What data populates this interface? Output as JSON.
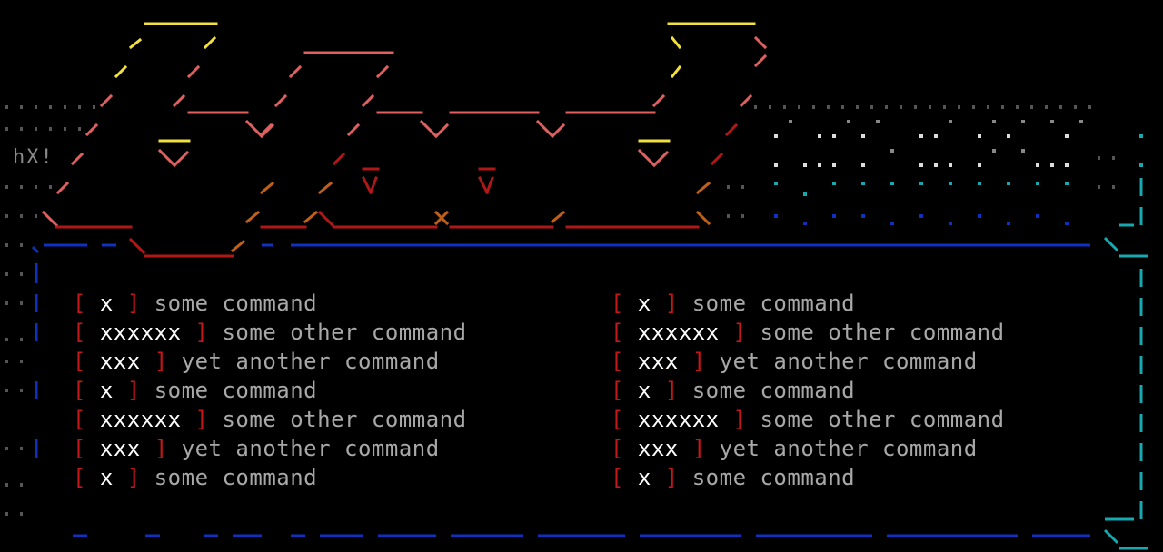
{
  "tag": "hX!",
  "menu": {
    "left": [
      {
        "key": "x",
        "label": "some command"
      },
      {
        "key": "xxxxxx",
        "label": "some other command"
      },
      {
        "key": "xxx",
        "label": "yet another command"
      },
      {
        "key": "x",
        "label": "some command"
      },
      {
        "key": "xxxxxx",
        "label": "some other command"
      },
      {
        "key": "xxx",
        "label": "yet another command"
      },
      {
        "key": "x",
        "label": "some command"
      }
    ],
    "right": [
      {
        "key": "x",
        "label": "some command"
      },
      {
        "key": "xxxxxx",
        "label": "some other command"
      },
      {
        "key": "xxx",
        "label": "yet another command"
      },
      {
        "key": "x",
        "label": "some command"
      },
      {
        "key": "xxxxxx",
        "label": "some other command"
      },
      {
        "key": "xxx",
        "label": "yet another command"
      },
      {
        "key": "x",
        "label": "some command"
      }
    ]
  },
  "colors": {
    "bracket": "#c41818",
    "key": "#ffffff",
    "label": "#a8a8a8",
    "frame_blue": "#1030c0",
    "frame_cyan": "#18a8b0",
    "logo_yellow": "#f0e040",
    "logo_salmon": "#e06060",
    "logo_red": "#b01818",
    "logo_orange": "#c06018"
  }
}
